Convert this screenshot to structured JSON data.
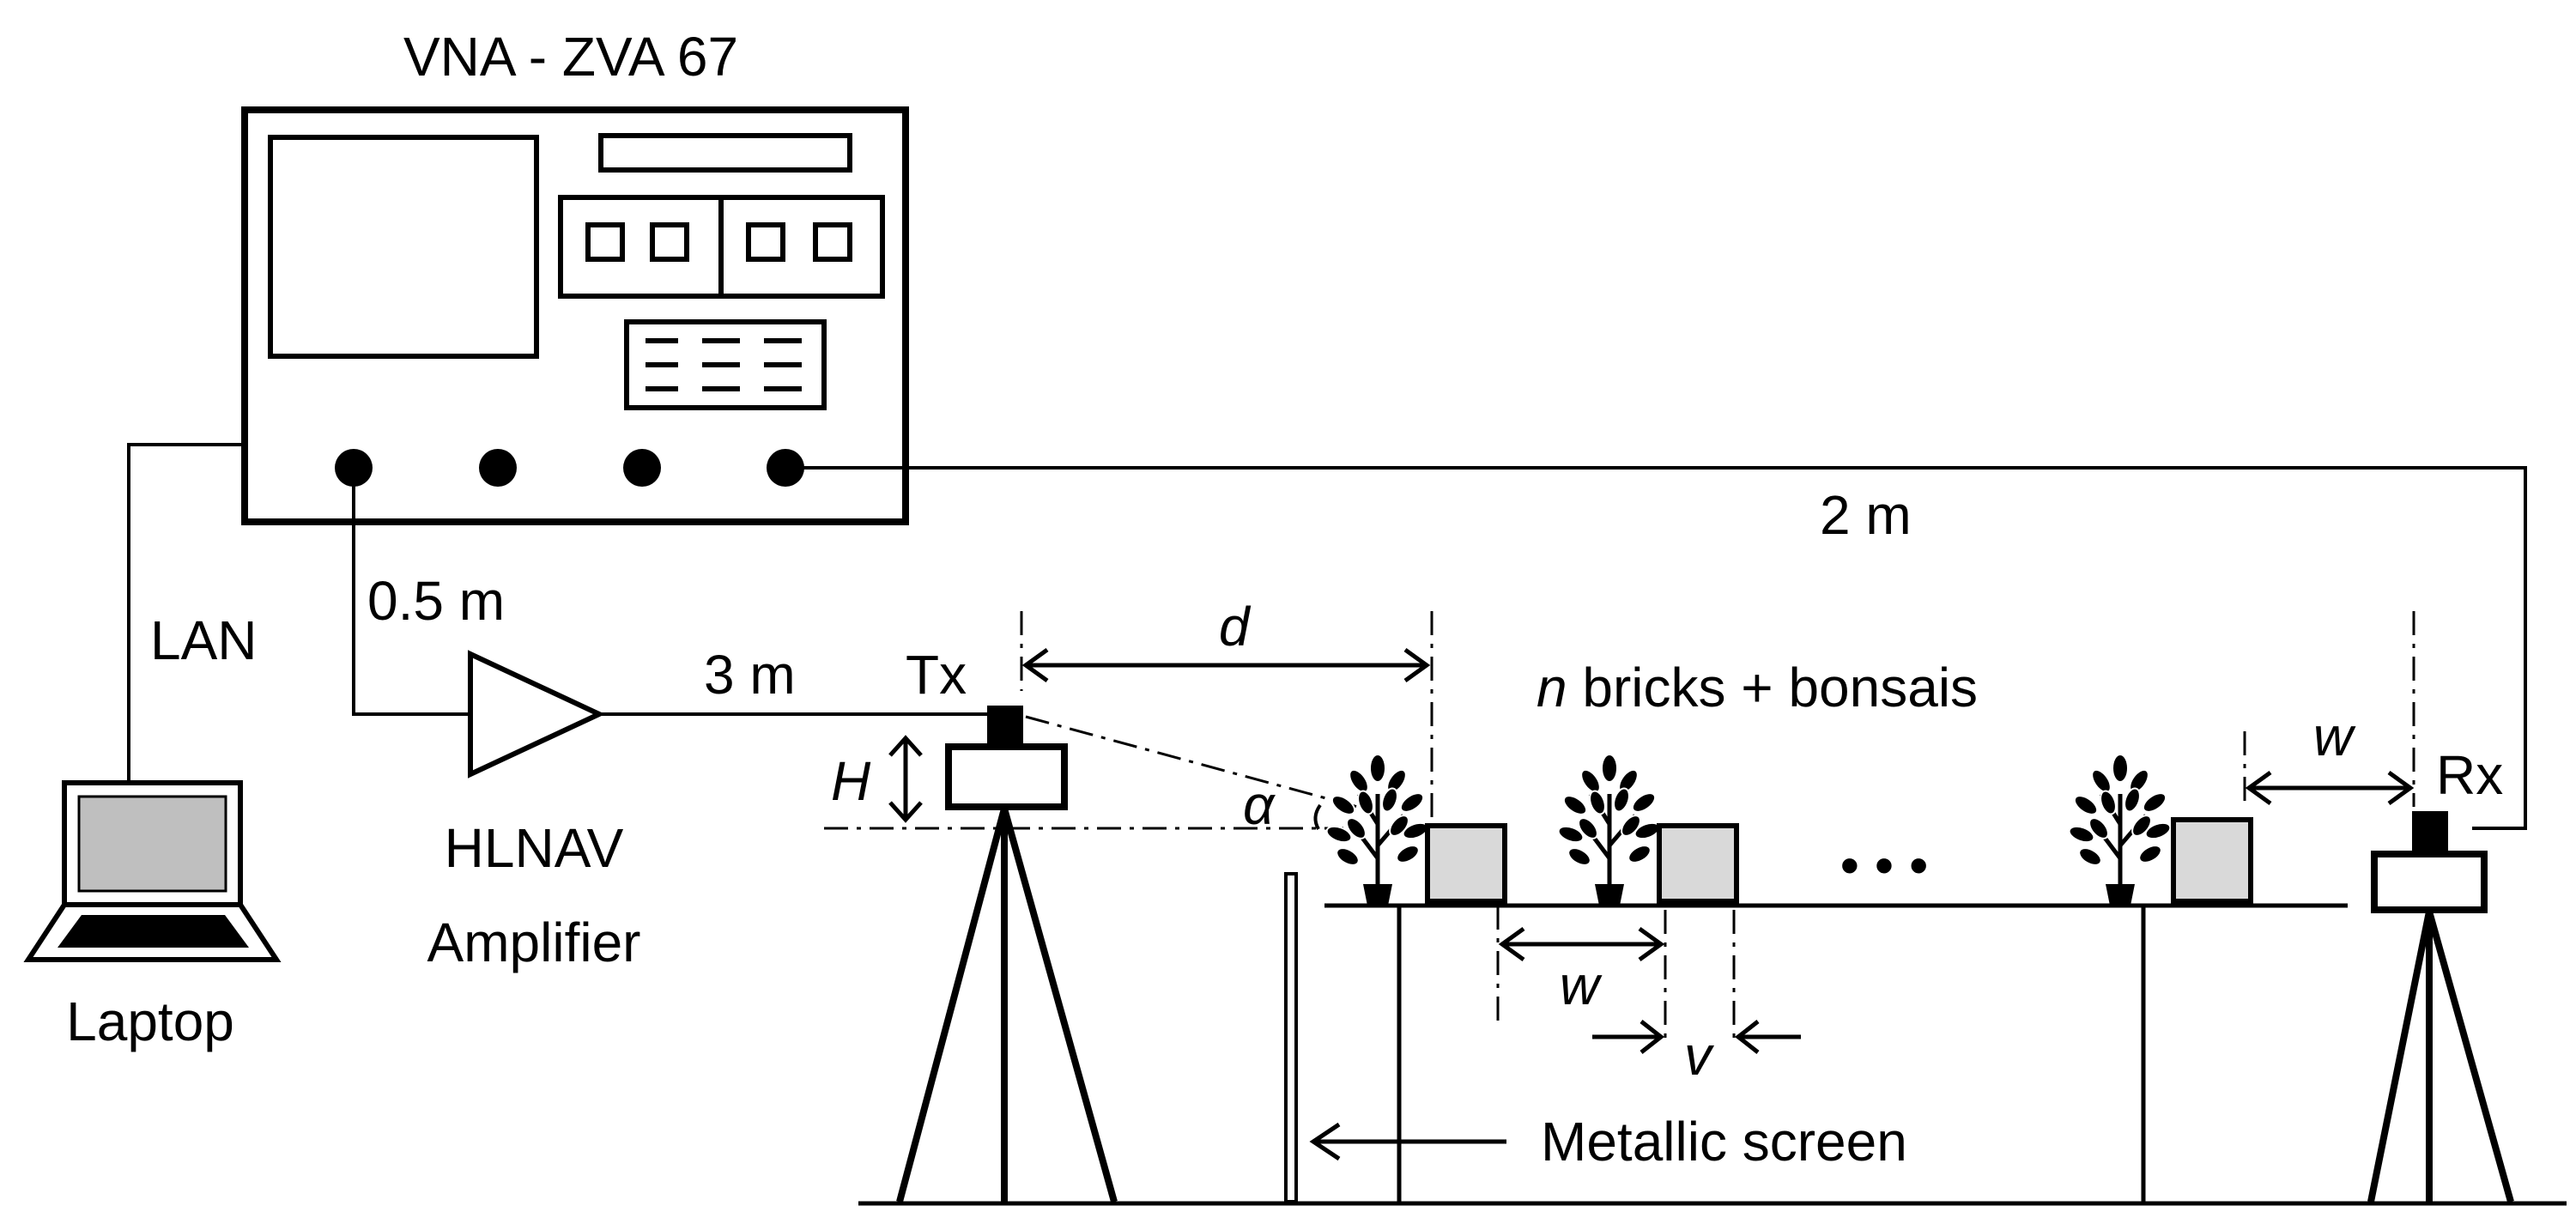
{
  "labels": {
    "vna": "VNA - ZVA 67",
    "lan": "LAN",
    "laptop": "Laptop",
    "cable_05m": "0.5 m",
    "cable_3m": "3 m",
    "cable_2m": "2 m",
    "amplifier_line1": "HLNAV",
    "amplifier_line2": "Amplifier",
    "tx": "Tx",
    "rx": "Rx",
    "height": "H",
    "distance": "d",
    "angle": "α",
    "bricks_n": "n",
    "bricks_rest": " bricks + bonsais",
    "width_right": "w",
    "width_bottom": "w",
    "gap": "v",
    "ellipsis": "• • •",
    "screen": "Metallic screen"
  },
  "colors": {
    "line": "#000000",
    "brick_fill": "#d9d9d9",
    "laptop_screen": "#bfbfbf",
    "background": "#ffffff"
  }
}
